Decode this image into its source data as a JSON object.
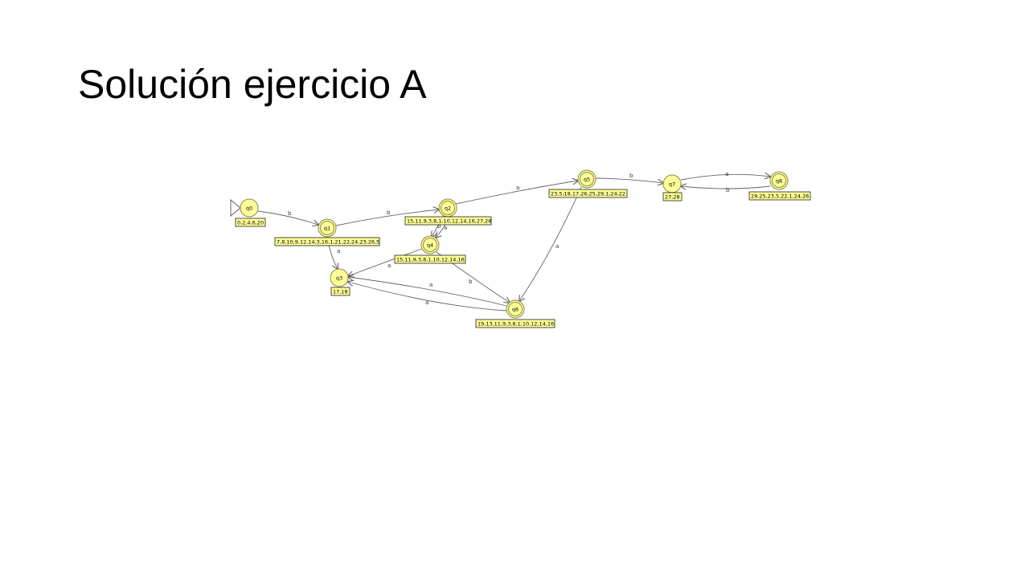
{
  "slide": {
    "title": "Solución ejercicio A"
  },
  "automaton": {
    "states": [
      {
        "id": "q0",
        "label": "q0",
        "set": "0,2,4,6,20",
        "initial": true,
        "final": false
      },
      {
        "id": "q1",
        "label": "q1",
        "set": "7,8,10,9,12,14,3,16,1,21,22,24,23,26,5",
        "initial": false,
        "final": true
      },
      {
        "id": "q2",
        "label": "q2",
        "set": "15,11,9,3,8,1,10,12,14,16,27,28",
        "initial": false,
        "final": true
      },
      {
        "id": "q3",
        "label": "q3",
        "set": "17,18",
        "initial": false,
        "final": false
      },
      {
        "id": "q4",
        "label": "q4",
        "set": "15,11,9,3,8,1,10,12,14,16",
        "initial": false,
        "final": true
      },
      {
        "id": "q5",
        "label": "q5",
        "set": "23,5,18,17,26,25,29,1,24,22",
        "initial": false,
        "final": true
      },
      {
        "id": "q6",
        "label": "q6",
        "set": "19,13,11,9,3,8,1,10,12,14,16",
        "initial": false,
        "final": true
      },
      {
        "id": "q7",
        "label": "q7",
        "set": "27,28",
        "initial": false,
        "final": false
      },
      {
        "id": "q8",
        "label": "q8",
        "set": "29,25,23,5,22,1,24,26",
        "initial": false,
        "final": true
      }
    ],
    "transitions": [
      {
        "from": "q0",
        "to": "q1",
        "symbol": "b"
      },
      {
        "from": "q1",
        "to": "q2",
        "symbol": "b"
      },
      {
        "from": "q1",
        "to": "q3",
        "symbol": "a"
      },
      {
        "from": "q2",
        "to": "q5",
        "symbol": "a"
      },
      {
        "from": "q2",
        "to": "q4",
        "symbol": "b"
      },
      {
        "from": "q2",
        "to": "q4",
        "symbol": "a"
      },
      {
        "from": "q4",
        "to": "q3",
        "symbol": "a"
      },
      {
        "from": "q4",
        "to": "q6",
        "symbol": "b"
      },
      {
        "from": "q5",
        "to": "q7",
        "symbol": "b"
      },
      {
        "from": "q5",
        "to": "q6",
        "symbol": "a"
      },
      {
        "from": "q7",
        "to": "q8",
        "symbol": "a"
      },
      {
        "from": "q8",
        "to": "q7",
        "symbol": "b"
      },
      {
        "from": "q6",
        "to": "q3",
        "symbol": "a"
      },
      {
        "from": "q3",
        "to": "q6",
        "symbol": "a"
      }
    ]
  },
  "colors": {
    "state_fill": "#ffff99",
    "edge": "#666666"
  }
}
